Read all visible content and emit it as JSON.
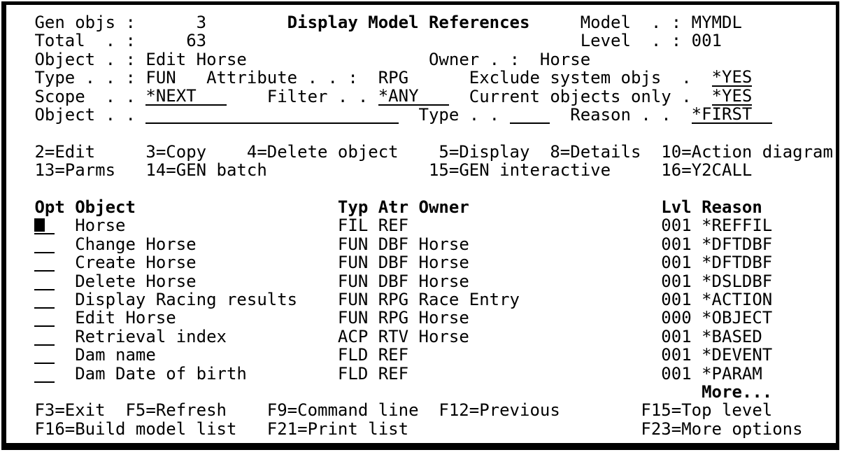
{
  "colors": {
    "background": "#ffffff",
    "text": "#000000"
  },
  "screen": {
    "title": "Display Model References",
    "header": {
      "gen_objs_label": "Gen objs :",
      "gen_objs_value": "3",
      "total_label": "Total  . :",
      "total_value": "63",
      "model_label": "Model  . :",
      "model_value": "MYMDL",
      "level_label": "Level  . :",
      "level_value": "001",
      "object_label": "Object . :",
      "object_value": "Edit Horse",
      "owner_label": "Owner . :",
      "owner_value": "Horse",
      "type_label": "Type . . :",
      "type_value": "FUN",
      "attribute_label": "Attribute . . :",
      "attribute_value": "RPG",
      "exclude_label": "Exclude system objs  .",
      "exclude_value": "*YES",
      "scope_label": "Scope  . .",
      "scope_value": "*NEXT",
      "filter_label": "Filter . .",
      "filter_value": "*ANY",
      "current_label": "Current objects only .",
      "current_value": "*YES",
      "object_input_label": "Object . .",
      "object_input_value": "",
      "type_input_label": "Type . .",
      "type_input_value": "",
      "reason_label": "Reason . .",
      "reason_value": "*FIRST"
    },
    "options_line1": [
      "2=Edit",
      "3=Copy",
      "4=Delete object",
      "5=Display",
      "8=Details",
      "10=Action diagram"
    ],
    "options_line2": [
      "13=Parms",
      "14=GEN batch",
      "15=GEN interactive",
      "16=Y2CALL"
    ],
    "table": {
      "headers": {
        "opt": "Opt",
        "object": "Object",
        "typ": "Typ",
        "atr": "Atr",
        "owner": "Owner",
        "lvl": "Lvl",
        "reason": "Reason"
      },
      "rows": [
        {
          "opt": "",
          "object": "Horse",
          "typ": "FIL",
          "atr": "REF",
          "owner": "",
          "lvl": "001",
          "reason": "*REFFIL"
        },
        {
          "opt": "",
          "object": "Change Horse",
          "typ": "FUN",
          "atr": "DBF",
          "owner": "Horse",
          "lvl": "001",
          "reason": "*DFTDBF"
        },
        {
          "opt": "",
          "object": "Create Horse",
          "typ": "FUN",
          "atr": "DBF",
          "owner": "Horse",
          "lvl": "001",
          "reason": "*DFTDBF"
        },
        {
          "opt": "",
          "object": "Delete Horse",
          "typ": "FUN",
          "atr": "DBF",
          "owner": "Horse",
          "lvl": "001",
          "reason": "*DSLDBF"
        },
        {
          "opt": "",
          "object": "Display Racing results",
          "typ": "FUN",
          "atr": "RPG",
          "owner": "Race Entry",
          "lvl": "001",
          "reason": "*ACTION"
        },
        {
          "opt": "",
          "object": "Edit Horse",
          "typ": "FUN",
          "atr": "RPG",
          "owner": "Horse",
          "lvl": "000",
          "reason": "*OBJECT"
        },
        {
          "opt": "",
          "object": "Retrieval index",
          "typ": "ACP",
          "atr": "RTV",
          "owner": "Horse",
          "lvl": "001",
          "reason": "*BASED"
        },
        {
          "opt": "",
          "object": "Dam name",
          "typ": "FLD",
          "atr": "REF",
          "owner": "",
          "lvl": "001",
          "reason": "*DEVENT"
        },
        {
          "opt": "",
          "object": "Dam Date of birth",
          "typ": "FLD",
          "atr": "REF",
          "owner": "",
          "lvl": "001",
          "reason": "*PARAM"
        }
      ]
    },
    "more_label": "More...",
    "fkeys_line1": [
      "F3=Exit",
      "F5=Refresh",
      "F9=Command line",
      "F12=Previous",
      "F15=Top level"
    ],
    "fkeys_line2": [
      "F16=Build model list",
      "F21=Print list",
      "F23=More options"
    ]
  }
}
